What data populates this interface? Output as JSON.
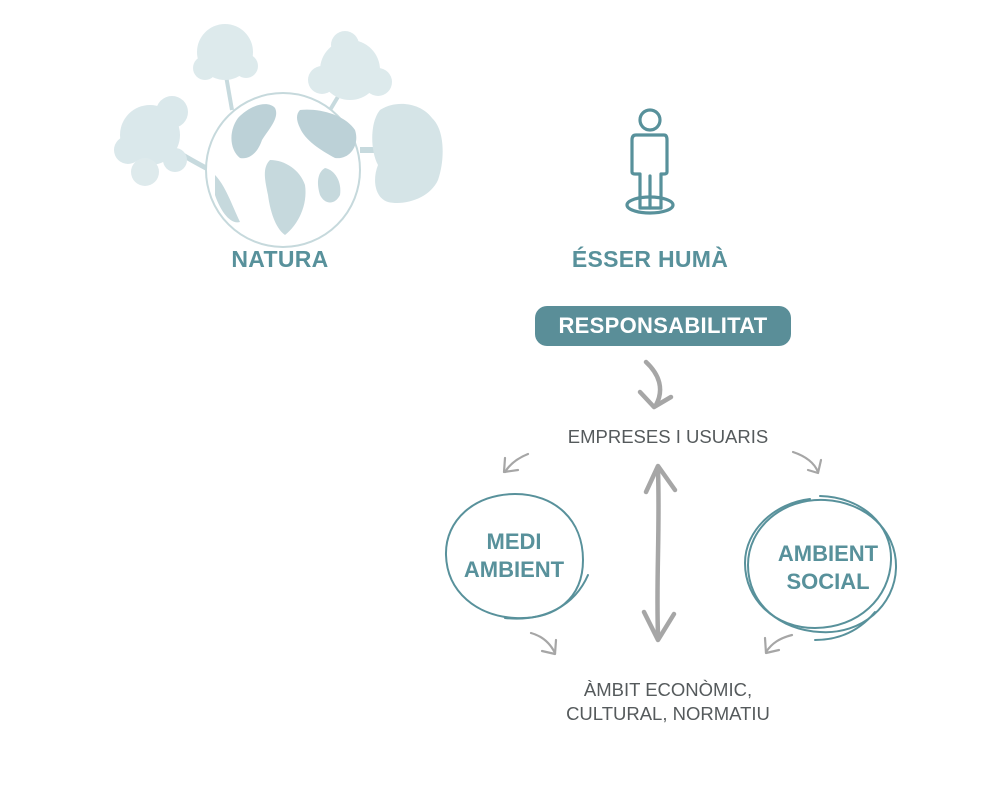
{
  "natura": {
    "label": "NATURA"
  },
  "esser": {
    "label": "ÉSSER HUMÀ"
  },
  "responsabilitat": {
    "label": "RESPONSABILITAT"
  },
  "empreses": {
    "label": "EMPRESES I USUARIS"
  },
  "medi_ambient": {
    "line1": "MEDI",
    "line2": "AMBIENT"
  },
  "ambient_social": {
    "line1": "AMBIENT",
    "line2": "SOCIAL"
  },
  "ambit": {
    "line1": "ÀMBIT ECONÒMIC,",
    "line2": "CULTURAL, NORMATIU"
  },
  "colors": {
    "teal": "#58919b",
    "pill": "#5a8e98",
    "arrow_gray": "#a6a6a6",
    "text_gray": "#555a5c",
    "globe_light": "#cfe0e4"
  },
  "icons": {
    "natura": "earth-globe-with-trees-icon",
    "esser": "standing-person-icon"
  }
}
